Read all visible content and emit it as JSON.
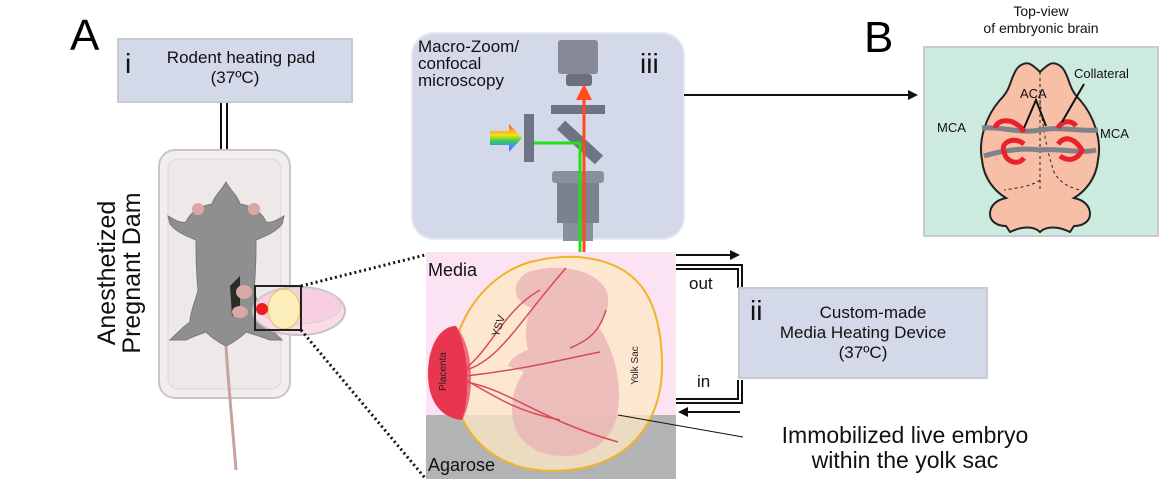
{
  "panels": {
    "a_letter": "A",
    "b_letter": "B"
  },
  "heating_pad": {
    "numeral": "i",
    "line1": "Rodent heating pad",
    "line2": "(37ºC)"
  },
  "dam_label": {
    "line1": "Anesthetized",
    "line2": "Pregnant Dam"
  },
  "microscope": {
    "numeral": "iii",
    "line1": "Macro-Zoom/",
    "line2": "confocal",
    "line3": "microscopy"
  },
  "embryo_view": {
    "media_label": "Media",
    "agarose_label": "Agarose",
    "placenta_label": "Placenta",
    "ysv_label": "YSV",
    "yolk_sac_label": "Yolk Sac"
  },
  "flow": {
    "out_label": "out",
    "in_label": "in"
  },
  "media_heater": {
    "numeral": "ii",
    "line1": "Custom-made",
    "line2": "Media Heating Device",
    "line3": "(37ºC)"
  },
  "embryo_caption": {
    "line1": "Immobilized live embryo",
    "line2": "within the yolk sac"
  },
  "brain": {
    "title_line1": "Top-view",
    "title_line2": "of embryonic brain",
    "aca_label": "ACA",
    "collateral_label": "Collateral",
    "mca_left_label": "MCA",
    "mca_right_label": "MCA"
  },
  "colors": {
    "label_box": "#d4d9ea",
    "microscope_bg": "#d4d9ea",
    "brain_bg": "#cdeade",
    "brain_tissue": "#f7bfa6",
    "vessel_red": "#e8212a",
    "vessel_gray": "#7f8288",
    "excitation_green": "#22e01c",
    "emission_red": "#ff4a1c",
    "media_pink": "#fbe3f4",
    "agarose_gray": "#b2b3b5"
  }
}
